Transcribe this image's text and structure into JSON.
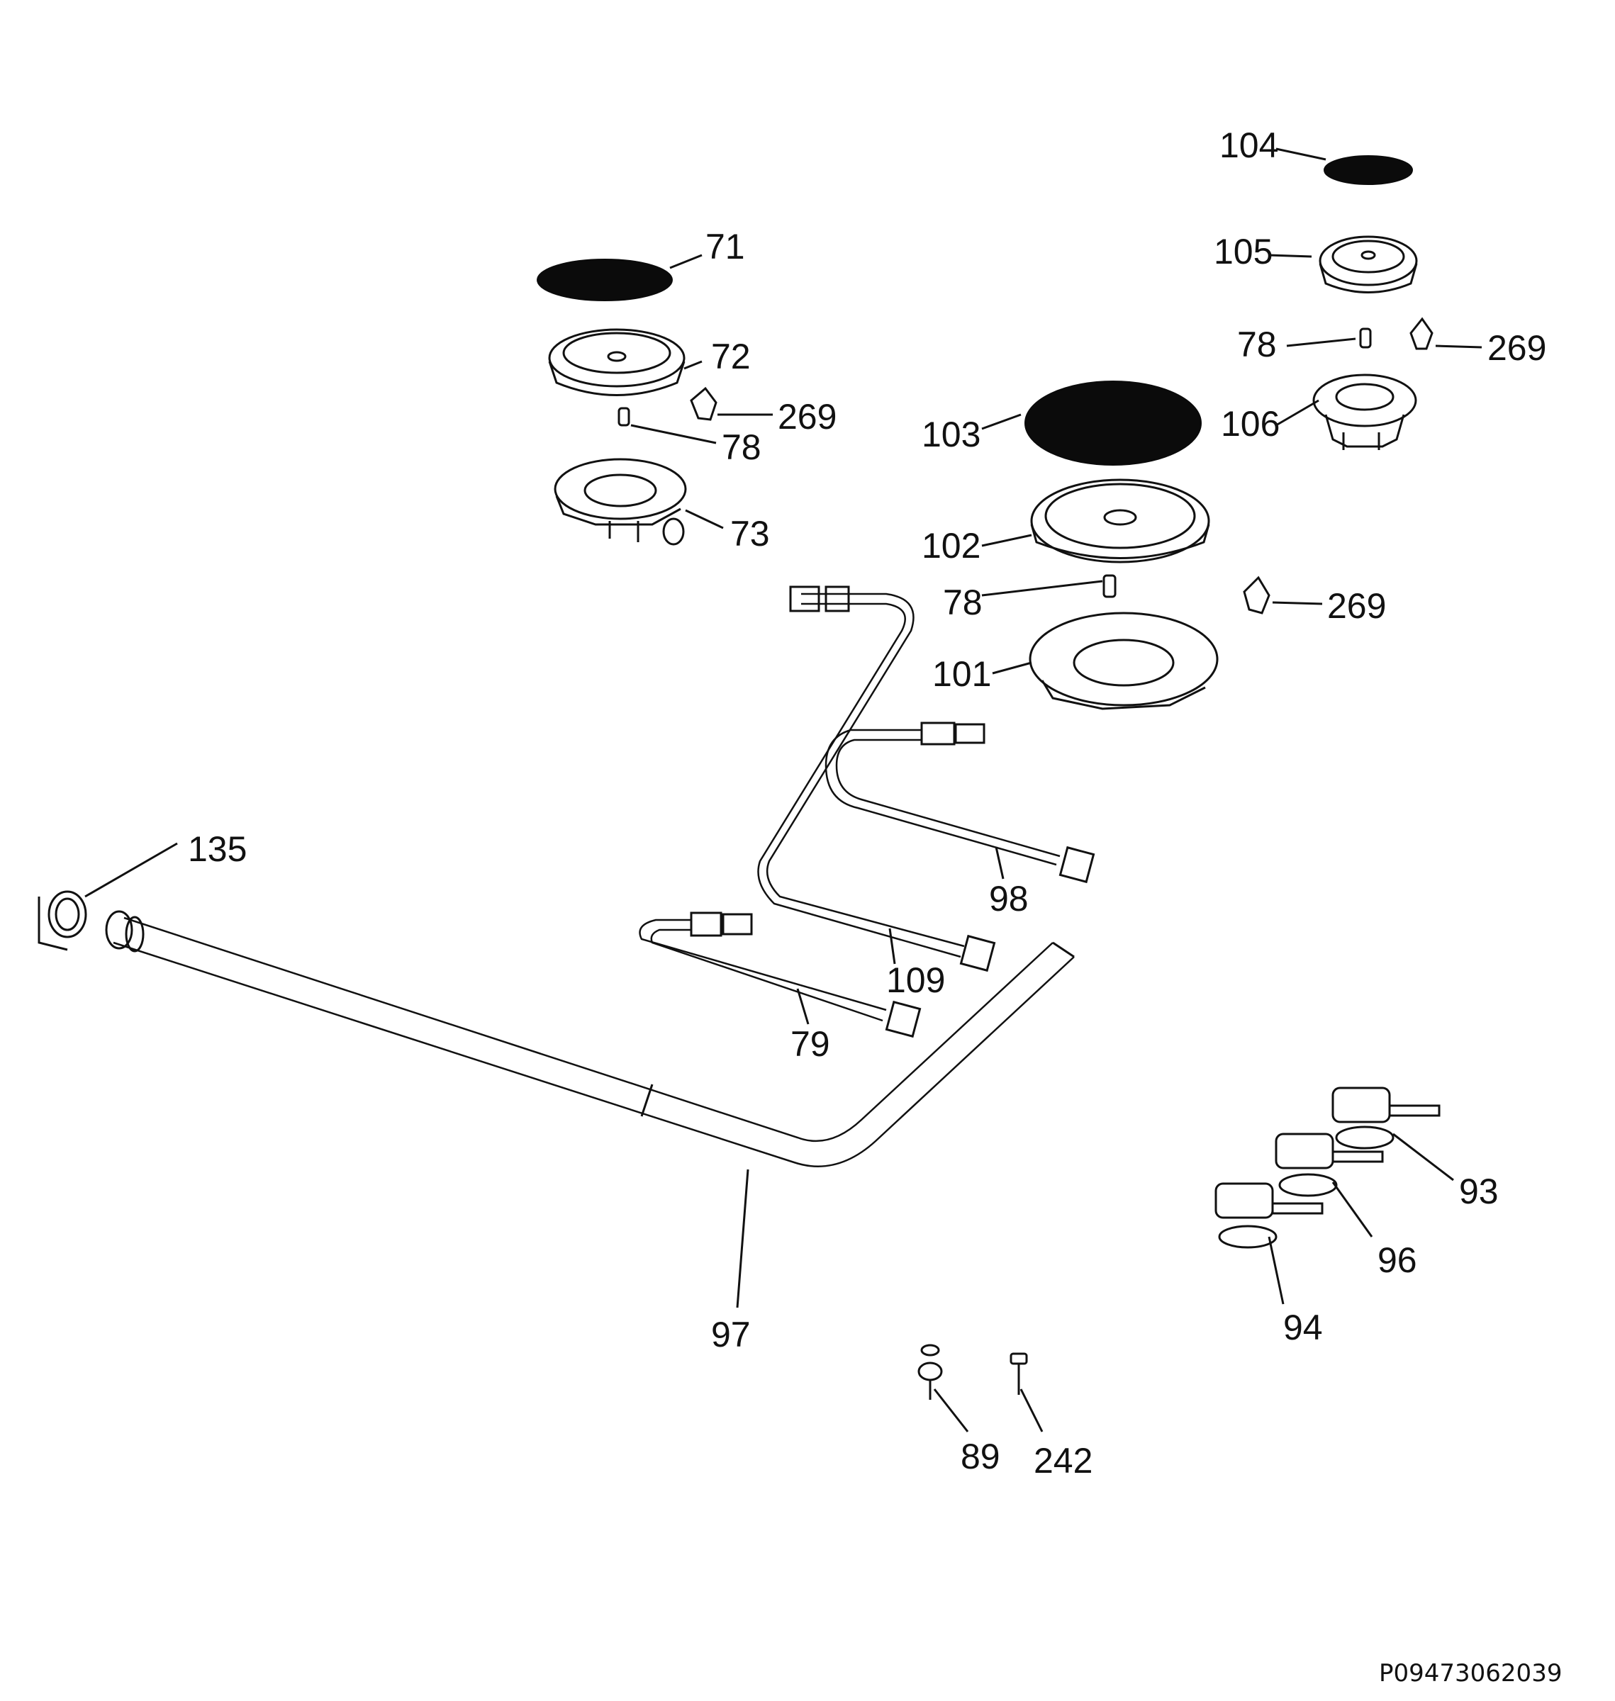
{
  "parts": [
    {
      "id": "p104",
      "number": "104"
    },
    {
      "id": "p105",
      "number": "105"
    },
    {
      "id": "p78a",
      "number": "78"
    },
    {
      "id": "p269a",
      "number": "269"
    },
    {
      "id": "p106",
      "number": "106"
    },
    {
      "id": "p71",
      "number": "71"
    },
    {
      "id": "p72",
      "number": "72"
    },
    {
      "id": "p269b",
      "number": "269"
    },
    {
      "id": "p78b",
      "number": "78"
    },
    {
      "id": "p73",
      "number": "73"
    },
    {
      "id": "p103",
      "number": "103"
    },
    {
      "id": "p102",
      "number": "102"
    },
    {
      "id": "p78c",
      "number": "78"
    },
    {
      "id": "p269c",
      "number": "269"
    },
    {
      "id": "p101",
      "number": "101"
    },
    {
      "id": "p98",
      "number": "98"
    },
    {
      "id": "p109",
      "number": "109"
    },
    {
      "id": "p79",
      "number": "79"
    },
    {
      "id": "p135",
      "number": "135"
    },
    {
      "id": "p97",
      "number": "97"
    },
    {
      "id": "p93",
      "number": "93"
    },
    {
      "id": "p96",
      "number": "96"
    },
    {
      "id": "p94",
      "number": "94"
    },
    {
      "id": "p89",
      "number": "89"
    },
    {
      "id": "p242",
      "number": "242"
    }
  ],
  "drawing_code": "P09473062039"
}
